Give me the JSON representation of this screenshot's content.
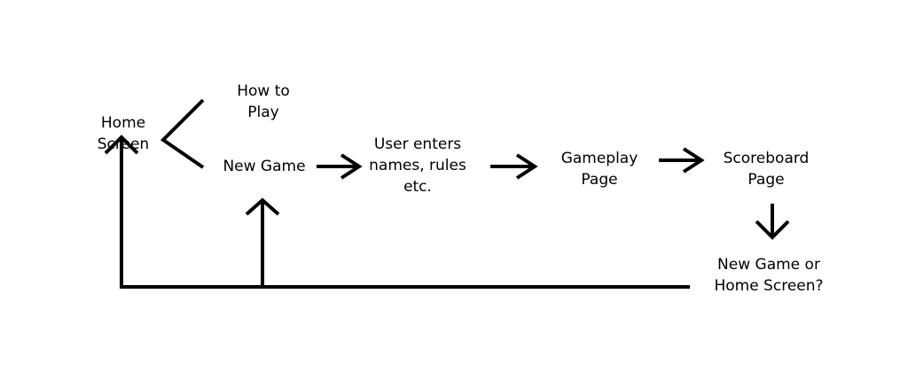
{
  "colors": {
    "background": "#ffffff",
    "ink": "#000000"
  },
  "nodes": {
    "home_screen": [
      "Home",
      "Screen"
    ],
    "how_to_play": [
      "How to",
      "Play"
    ],
    "new_game": [
      "New Game"
    ],
    "user_enters": [
      "User enters",
      "names, rules",
      "etc."
    ],
    "gameplay_page": [
      "Gameplay",
      "Page"
    ],
    "scoreboard_page": [
      "Scoreboard",
      "Page"
    ],
    "new_game_or_home": [
      "New Game or",
      "Home Screen?"
    ]
  }
}
